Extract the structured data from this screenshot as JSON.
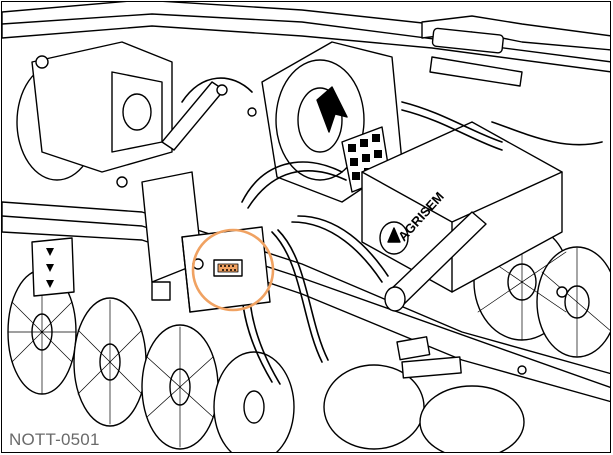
{
  "figure": {
    "caption": "NOTT-0501",
    "brand_label": "AGRISEM",
    "brand_mark": "AGRISEM",
    "highlight_color": "#f0a262",
    "line_color": "#000000",
    "highlight_icon": "connector-socket-icon"
  }
}
